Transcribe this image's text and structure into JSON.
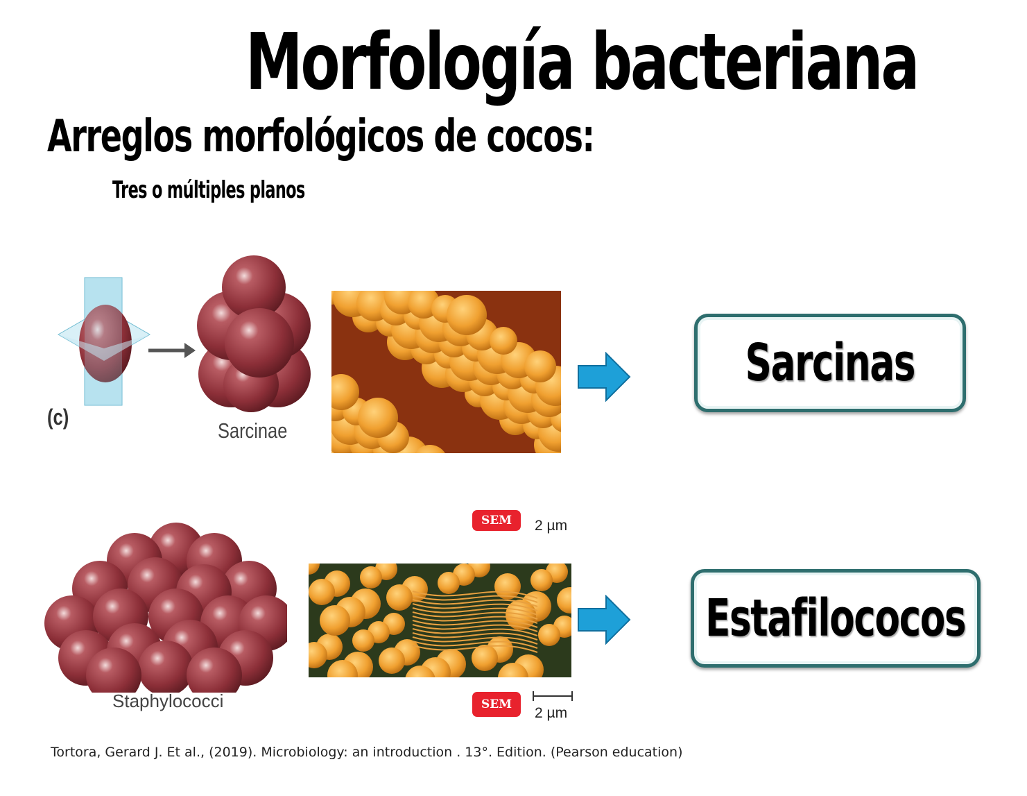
{
  "title": "Morfología bacteriana",
  "subtitle": "Arreglos morfológicos de cocos:",
  "subheading": "Tres o múltiples planos",
  "sarcinae": {
    "panel_letter": "(c)",
    "diagram_label": "Sarcinae",
    "result_label": "Sarcinas"
  },
  "staph": {
    "diagram_label": "Staphylococci",
    "sem_badge": "SEM",
    "scale": "2 µm",
    "result_label": "Estafilococos"
  },
  "staph_top_caption": {
    "sem_badge": "SEM",
    "scale": "2 µm"
  },
  "citation": "Tortora, Gerard J.  Et al., (2019). Microbiology: an introduction . 13°. Edition. (Pearson education)",
  "colors": {
    "arrow_blue": "#1ea0d8",
    "box_border": "#2e6e6e",
    "coccus": "#9a3d45",
    "sem_red": "#e8222d"
  }
}
